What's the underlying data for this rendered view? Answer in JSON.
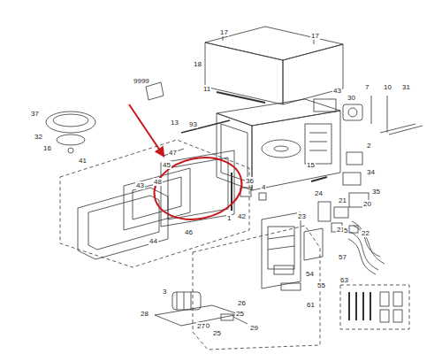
{
  "diagram": {
    "labels": [
      "17",
      "17",
      "18",
      "11",
      "9999",
      "43",
      "30",
      "7",
      "10",
      "31",
      "37",
      "32",
      "16",
      "13",
      "93",
      "47",
      "2",
      "34",
      "45",
      "15",
      "41",
      "48",
      "36",
      "4",
      "35",
      "43",
      "24",
      "21",
      "20",
      "23",
      "42",
      "1",
      "21",
      "22",
      "46",
      "44",
      "5",
      "57",
      "3",
      "54",
      "55",
      "28",
      "26",
      "25",
      "27",
      "25",
      "29",
      "61",
      "63"
    ]
  }
}
